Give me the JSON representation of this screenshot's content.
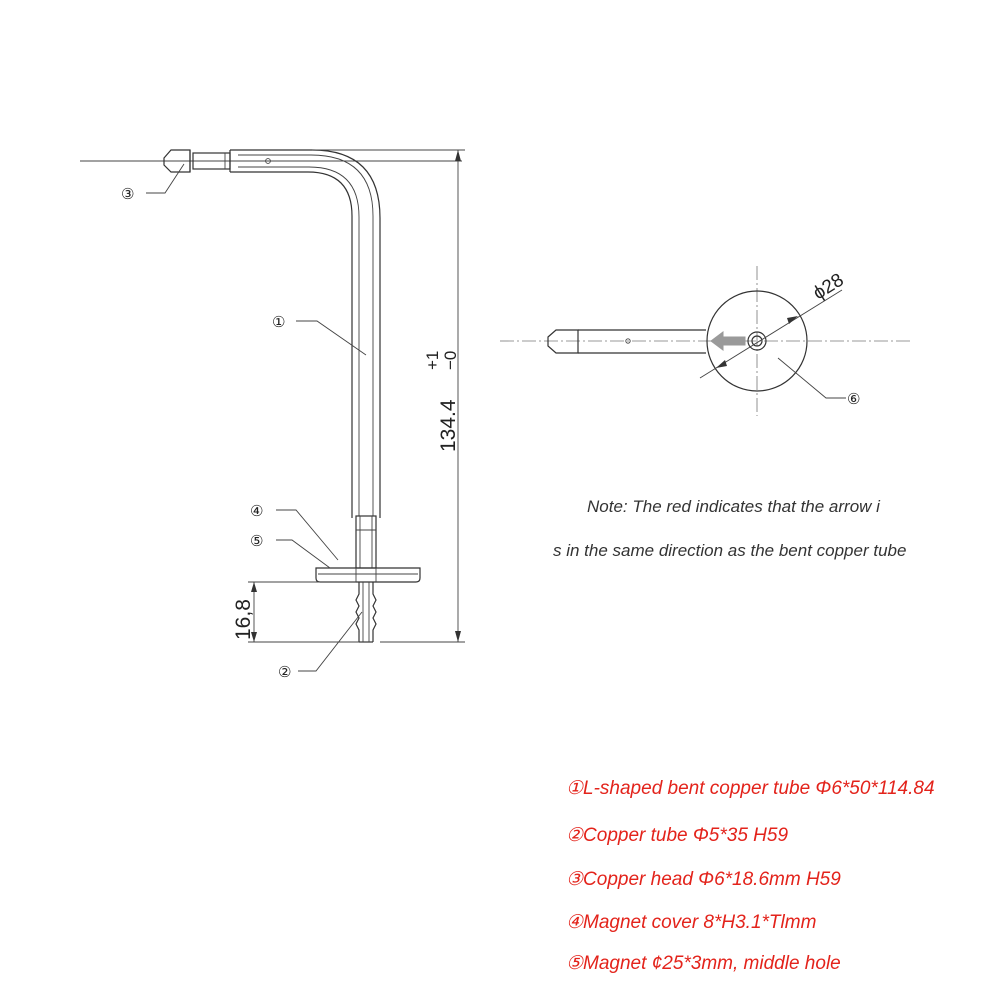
{
  "callouts": {
    "c1": "①",
    "c2": "②",
    "c3": "③",
    "c4": "④",
    "c5": "⑤",
    "c6": "⑥"
  },
  "dimensions": {
    "height_main": "134.4",
    "tol_plus": "+1",
    "tol_minus": "−0",
    "base_height": "16,8",
    "diameter": "ϕ28"
  },
  "note": {
    "line1": "Note: The red indicates that the arrow i",
    "line2": "s in the same direction as the bent copper tube"
  },
  "legend": {
    "items": [
      "①L-shaped bent copper tube Φ6*50*114.84",
      "②Copper tube Φ5*35 H59",
      "③Copper head Φ6*18.6mm H59",
      "④Magnet cover 8*H3.1*Tlmm",
      "⑤Magnet ¢25*3mm, middle hole"
    ],
    "color": "#e3231b"
  },
  "colors": {
    "line": "#333333",
    "arrow": "#9a9a9a"
  }
}
